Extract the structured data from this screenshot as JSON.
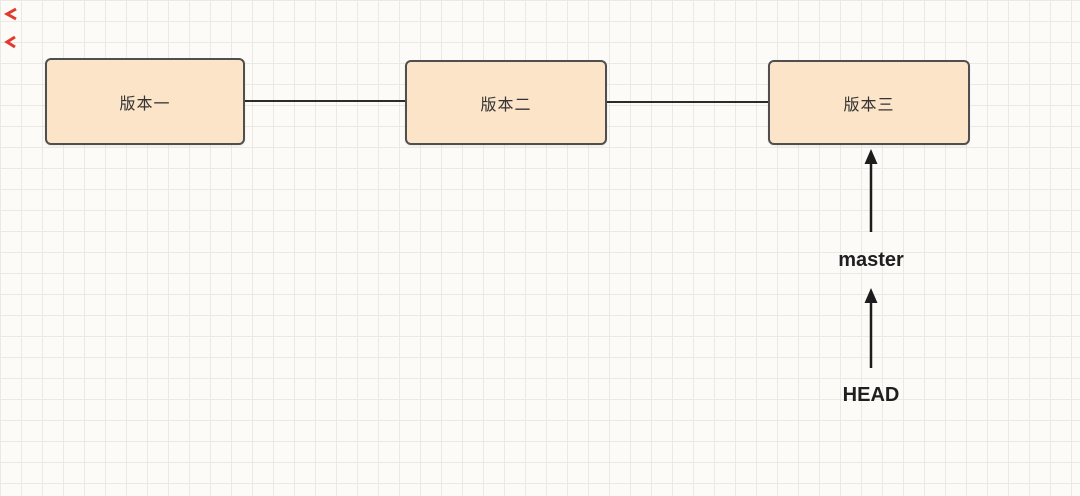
{
  "diagram": {
    "nodes": [
      {
        "label": "版本一"
      },
      {
        "label": "版本二"
      },
      {
        "label": "版本三"
      }
    ],
    "pointers": {
      "master_label": "master",
      "head_label": "HEAD"
    },
    "colors": {
      "node_fill": "#fce4c8",
      "node_border": "#4f4f4f",
      "connector": "#2b2b2b",
      "arrow": "#1c1c1c",
      "grid": "#ebe9e4",
      "background": "#fcfbf8",
      "accent_red": "#e23a2e"
    }
  }
}
